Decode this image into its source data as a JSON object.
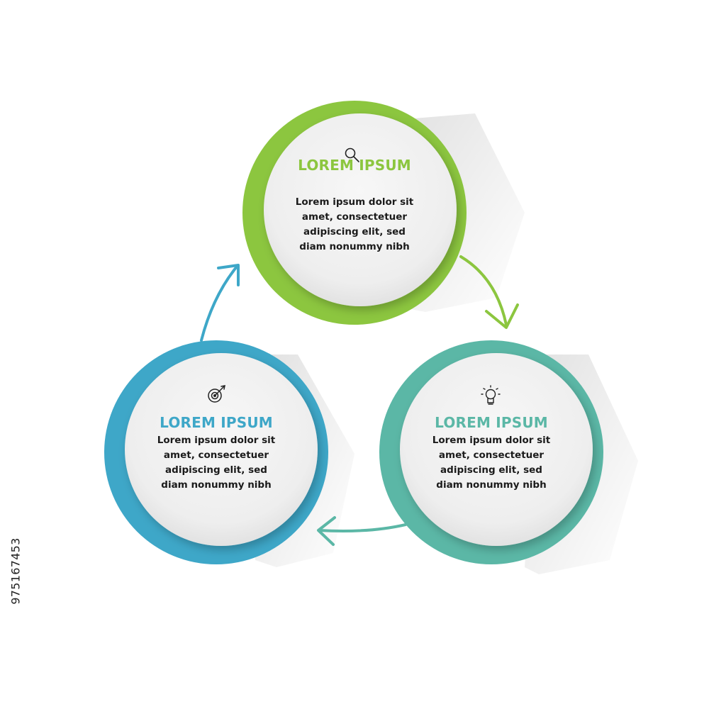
{
  "colors": {
    "green": "#8cc63f",
    "teal": "#5bb7a6",
    "blue": "#3ea7c8",
    "inner": "#f2f2f2",
    "text": "#1b1b1b"
  },
  "nodes": [
    {
      "id": "top",
      "icon": "magnifier-icon",
      "title": "LOREM IPSUM",
      "body": "Lorem ipsum dolor sit\namet, consectetuer\nadipiscing elit, sed\ndiam nonummy nibh",
      "color": "#8cc63f"
    },
    {
      "id": "right",
      "icon": "lightbulb-icon",
      "title": "LOREM IPSUM",
      "body": "Lorem ipsum dolor sit\namet, consectetuer\nadipiscing elit, sed\ndiam nonummy nibh",
      "color": "#5bb7a6"
    },
    {
      "id": "left",
      "icon": "target-icon",
      "title": "LOREM IPSUM",
      "body": "Lorem ipsum dolor sit\namet, consectetuer\nadipiscing elit, sed\ndiam nonummy nibh",
      "color": "#3ea7c8"
    }
  ],
  "edges": [
    {
      "from": "top",
      "to": "right",
      "color": "#8cc63f"
    },
    {
      "from": "right",
      "to": "left",
      "color": "#5bb7a6"
    },
    {
      "from": "left",
      "to": "top",
      "color": "#3ea7c8"
    }
  ],
  "watermark": {
    "stock_id": "975167453"
  }
}
